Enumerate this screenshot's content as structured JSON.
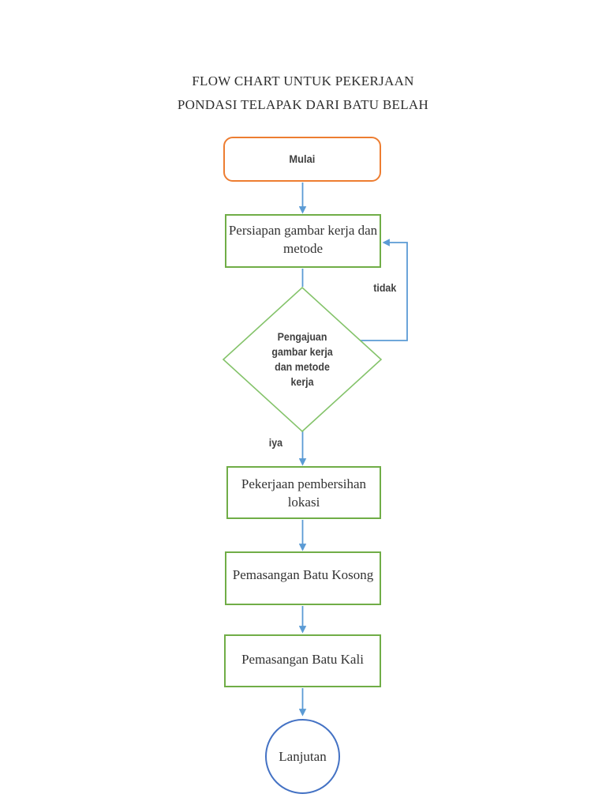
{
  "title": {
    "line1": "FLOW CHART UNTUK PEKERJAAN",
    "line2": "PONDASI TELAPAK DARI BATU BELAH"
  },
  "nodes": {
    "start": {
      "label": "Mulai",
      "shape": "rounded-rectangle"
    },
    "persiapan": {
      "text": "Persiapan gambar kerja dan\nmetode",
      "shape": "rectangle"
    },
    "decision": {
      "text": "Pengajuan\ngambar kerja\ndan metode\nkerja",
      "shape": "diamond"
    },
    "pembersihan": {
      "text": "Pekerjaan pembersihan\nlokasi",
      "shape": "rectangle"
    },
    "batu_kosong": {
      "label": "Pemasangan Batu Kosong",
      "shape": "rectangle"
    },
    "batu_kali": {
      "label": "Pemasangan Batu Kali",
      "shape": "rectangle"
    },
    "lanjutan": {
      "label": "Lanjutan",
      "shape": "circle"
    }
  },
  "edges": {
    "no_label": "tidak",
    "yes_label": "iya"
  },
  "colors": {
    "start_border": "#ED7D31",
    "process_border": "#70AD47",
    "decision_border": "#84C36A",
    "connector": "#5B9BD5",
    "terminal_border": "#4472C4",
    "serif_text": "#333333",
    "label_text": "#3F3F3F"
  }
}
